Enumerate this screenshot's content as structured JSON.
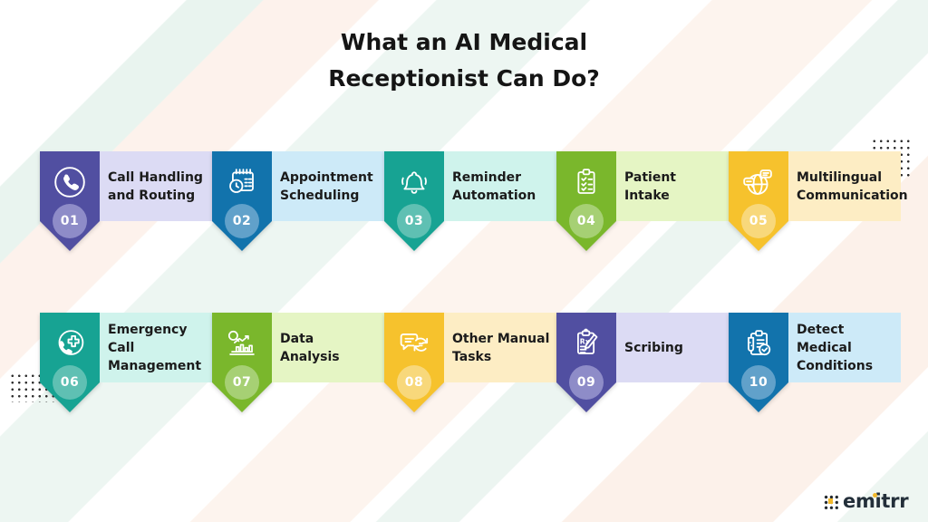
{
  "title": {
    "line1": "What an AI Medical",
    "line2": "Receptionist Can Do?"
  },
  "items": [
    {
      "number": "01",
      "lines": [
        "Call Handling",
        "and Routing"
      ],
      "icon": "phone-circle",
      "banner_color": "#514fa1",
      "badge_color": "#8e8cc8",
      "label_bg": "#dcdbf4"
    },
    {
      "number": "02",
      "lines": [
        "Appointment",
        "Scheduling"
      ],
      "icon": "calendar-clock",
      "banner_color": "#1273ac",
      "badge_color": "#61a1ca",
      "label_bg": "#cdeaf8"
    },
    {
      "number": "03",
      "lines": [
        "Reminder",
        "Automation"
      ],
      "icon": "bell",
      "banner_color": "#17a393",
      "badge_color": "#5fc0b3",
      "label_bg": "#cff3ec"
    },
    {
      "number": "04",
      "lines": [
        "Patient",
        "Intake"
      ],
      "icon": "clipboard-checklist",
      "banner_color": "#7ab72c",
      "badge_color": "#a6d074",
      "label_bg": "#e5f5c4"
    },
    {
      "number": "05",
      "lines": [
        "Multilingual",
        "Communication"
      ],
      "icon": "globe-chat",
      "banner_color": "#f6c22d",
      "badge_color": "#f8d87b",
      "label_bg": "#fdedc4"
    },
    {
      "number": "06",
      "lines": [
        "Emergency",
        "Call",
        "Management"
      ],
      "icon": "phone-cross",
      "banner_color": "#17a393",
      "badge_color": "#5fc0b3",
      "label_bg": "#cff3ec"
    },
    {
      "number": "07",
      "lines": [
        "Data",
        "Analysis"
      ],
      "icon": "chart-magnifier",
      "banner_color": "#7ab72c",
      "badge_color": "#a6d074",
      "label_bg": "#e5f5c4"
    },
    {
      "number": "08",
      "lines": [
        "Other Manual",
        "Tasks"
      ],
      "icon": "chat-refresh",
      "banner_color": "#f6c22d",
      "badge_color": "#f8d87b",
      "label_bg": "#fdedc4"
    },
    {
      "number": "09",
      "lines": [
        "Scribing"
      ],
      "icon": "rx-pen",
      "banner_color": "#514fa1",
      "badge_color": "#8e8cc8",
      "label_bg": "#dcdbf4"
    },
    {
      "number": "10",
      "lines": [
        "Detect",
        "Medical",
        "Conditions"
      ],
      "icon": "clipboard-test-check",
      "banner_color": "#1273ac",
      "badge_color": "#61a1ca",
      "label_bg": "#cdeaf8"
    }
  ],
  "brand": {
    "name": "emitrr",
    "accent": "#f2b82a",
    "text_color": "#232f3a"
  },
  "decor": {
    "dot_color": "#2e2e2e"
  }
}
